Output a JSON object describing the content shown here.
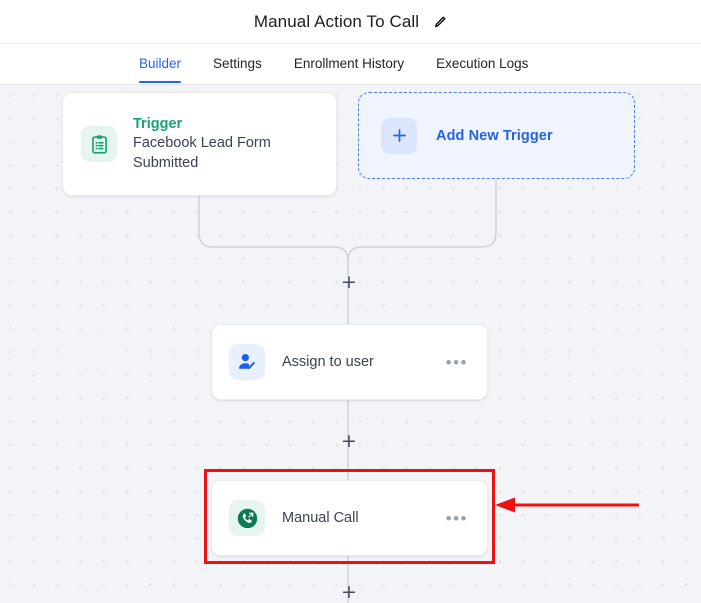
{
  "header": {
    "title": "Manual Action To Call",
    "edit_icon": "pencil-icon"
  },
  "tabs": [
    {
      "label": "Builder",
      "active": true
    },
    {
      "label": "Settings",
      "active": false
    },
    {
      "label": "Enrollment History",
      "active": false
    },
    {
      "label": "Execution Logs",
      "active": false
    }
  ],
  "canvas": {
    "background_color": "#f2f4f7",
    "dot_color": "#e6e7e6",
    "nodes": {
      "trigger": {
        "kind_label": "Trigger",
        "name": "Facebook Lead Form Submitted",
        "icon": "clipboard-icon",
        "icon_color": "#16a374",
        "icon_bg": "#e6f6ee"
      },
      "add_trigger": {
        "label": "Add New Trigger",
        "icon": "plus-icon",
        "accent_color": "#2462e8",
        "border_color": "#4a7ef0",
        "bg_color": "#eff4fe"
      },
      "assign_user": {
        "label": "Assign to user",
        "icon": "user-check-icon",
        "icon_color": "#1a5ff0",
        "icon_bg": "#e8effd",
        "menu_icon": "ellipsis-icon"
      },
      "manual_call": {
        "label": "Manual Call",
        "icon": "phone-outgoing-icon",
        "icon_color": "#0b7b56",
        "icon_bg": "#e6f6ee",
        "menu_icon": "ellipsis-icon",
        "highlighted": true,
        "highlight_color": "#ee1111"
      }
    },
    "edge_plus_label": "+"
  },
  "annotation": {
    "highlight_color": "#ee1111",
    "arrow_direction": "left",
    "target": "Manual Call"
  }
}
